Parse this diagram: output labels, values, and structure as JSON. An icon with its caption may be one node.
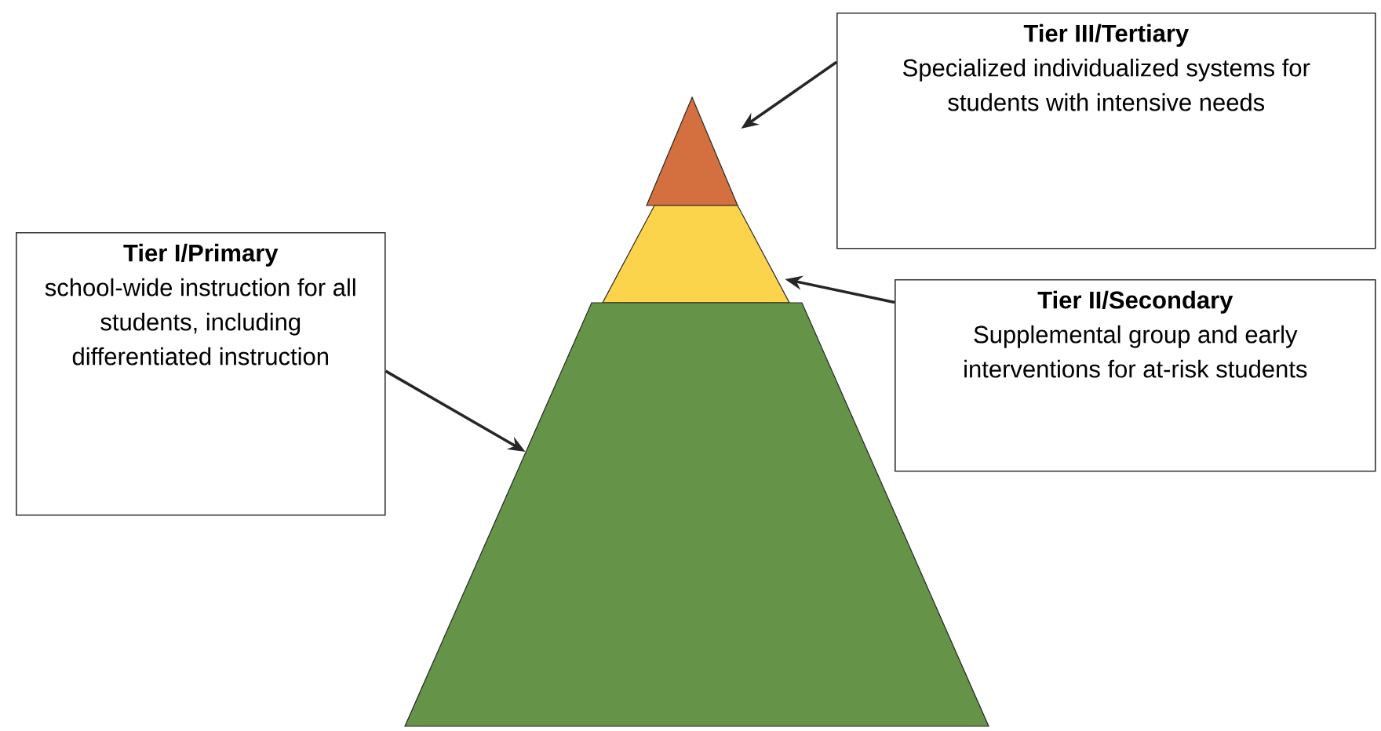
{
  "diagram": {
    "nodes": [
      {
        "text": [
          "Tier III/Tertiary",
          "Specialized individualized systems for students with intensive needs"
        ]
      },
      {
        "text": [
          "Tier I/Primary",
          "school-wide instruction for all students, including differentiated instruction"
        ]
      },
      {
        "text": [
          "Tier II/Secondary",
          "Supplemental group and early interventions for at-risk students"
        ]
      },
      {
        "text": [],
        "shape": "triangle"
      },
      {
        "text": [],
        "shape": "band"
      },
      {
        "text": [],
        "shape": "band"
      }
    ],
    "edges": [
      {
        "from": 0,
        "to": 3,
        "arrow": "to"
      },
      {
        "from": 2,
        "to": 4,
        "arrow": "to"
      },
      {
        "from": 1,
        "to": 5,
        "arrow": "to"
      }
    ]
  }
}
